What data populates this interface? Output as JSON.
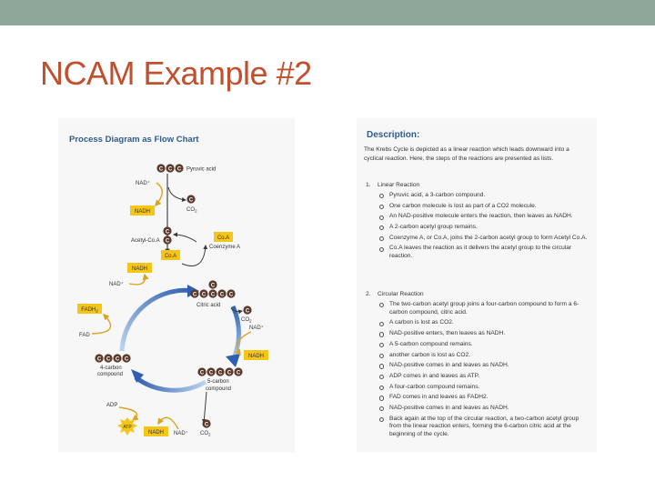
{
  "theme": {
    "top_bar_color": "#8fa79a",
    "title_color": "#c0502e",
    "panel_heading_color": "#2f5c8a",
    "arrow_blue": "#2f5fb0",
    "carbon_brown": "#5b3a2e",
    "label_yellow": "#f5c518",
    "curve_gold": "#d9a520"
  },
  "slide": {
    "title": "NCAM Example #2"
  },
  "flowchart": {
    "heading": "Process Diagram as Flow Chart",
    "carbon": "C",
    "labels": {
      "pyruvic_acid": "Pyruvic acid",
      "nad_plus": "NAD⁺",
      "nadh": "NADH",
      "co2": "CO",
      "co2_sub": "2",
      "acetyl_coa": "Acetyl-Co.A",
      "coa": "Co.A",
      "coenzyme_a": "Coenzyme A",
      "citric_acid": "Citric acid",
      "fadh": "FADH",
      "fadh_sub": "2",
      "fad": "FAD",
      "four_carbon": "4-carbon",
      "compound": "compound",
      "five_carbon": "5-carbon",
      "adp": "ADP",
      "atp": "ATP"
    }
  },
  "description": {
    "heading": "Description:",
    "intro": "The Krebs Cycle is depicted as a linear reaction which leads downward into a cyclical reaction. Here, the steps of the reactions are presented as lists.",
    "sections": [
      {
        "number": "1.",
        "title": "Linear Reaction",
        "items": [
          "Pyruvic acid, a 3-carbon compound.",
          "One carbon molecule is lost as part of a CO2 molecule.",
          "An NAD-positive molecule enters the reaction, then leaves as NADH.",
          "A 2-carbon acetyl group remains.",
          "Coenzyme A, or Co.A, joins the 2-carbon acetyl group to form Acetyl Co.A.",
          "Co.A leaves the reaction as it delivers the acetyl group to the circular reaction."
        ]
      },
      {
        "number": "2.",
        "title": "Circular Reaction",
        "items": [
          "The two-carbon acetyl group joins a four-carbon compound to form a 6-carbon compound, citric acid.",
          "A carbon is lost as CO2.",
          "NAD-positive enters, then leaves as NADH.",
          "A 5-carbon compound remains.",
          "another carbon is lost as CO2.",
          "NAD-positive comes in and leaves as NADH.",
          "ADP comes in and leaves as ATP.",
          "A four-carbon compound remains.",
          "FAD comes in and leaves as FADH2.",
          "NAD-positive comes in and leaves as NADH.",
          "Back again at the top of the circular reaction, a two-carbon acetyl group from the linear reaction enters, forming the 6-carbon citric acid at the beginning of the cycle."
        ]
      }
    ]
  }
}
